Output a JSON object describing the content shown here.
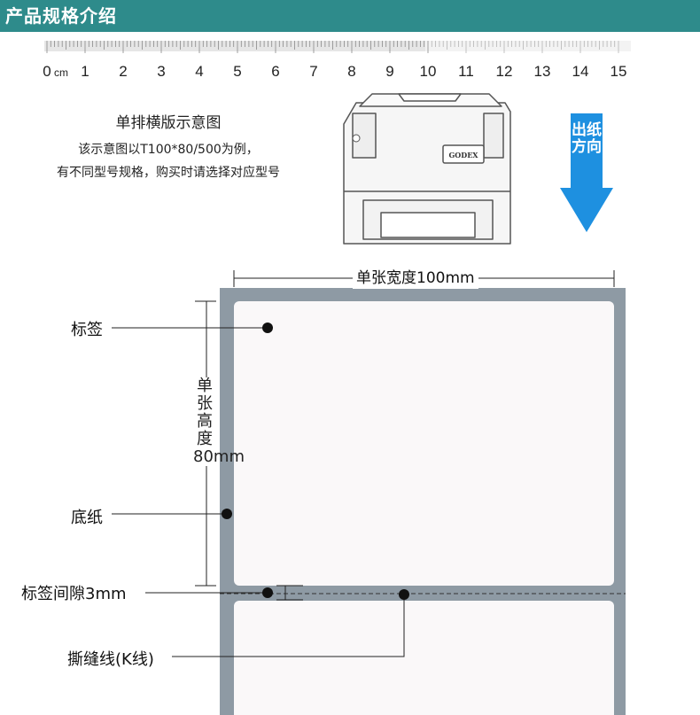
{
  "header": {
    "title": "产品规格介绍",
    "bar_color": "#2e8b8b"
  },
  "ruler": {
    "unit_label": "cm",
    "numbers": [
      "0",
      "1",
      "2",
      "3",
      "4",
      "5",
      "6",
      "7",
      "8",
      "9",
      "10",
      "11",
      "12",
      "13",
      "14",
      "15"
    ]
  },
  "illustration": {
    "caption": "单排横版示意图",
    "note_line1": "该示意图以T100*80/500为例，",
    "note_line2": "有不同型号规格，购买时请选择对应型号",
    "printer_brand": "GODEX"
  },
  "feed_direction": {
    "text": "出纸方向",
    "arrow_color": "#1e90e0"
  },
  "label_diagram": {
    "width_label": "单张宽度100mm",
    "height_label": "单张高度80mm",
    "callouts": {
      "label": "标签",
      "backing": "底纸",
      "gap": "标签间隙3mm",
      "tear_line": "撕缝线(K线)"
    },
    "backing_color": "#8e9aa4"
  }
}
